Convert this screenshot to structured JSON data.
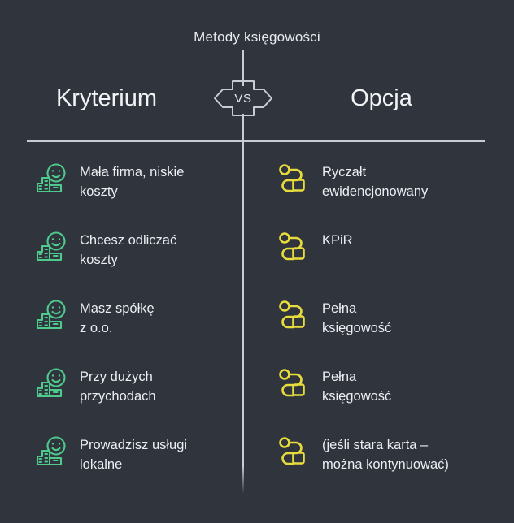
{
  "title": "Metody księgowości",
  "vs_label": "VS",
  "columns": {
    "left_heading": "Kryterium",
    "right_heading": "Opcja"
  },
  "colors": {
    "background": "#2f343d",
    "text": "#eceef1",
    "divider": "#c9ccd2",
    "left_icon": "#4ecb8c",
    "right_icon": "#e8dc3c"
  },
  "icons": {
    "left": "happy-business-icon",
    "right": "route-flow-icon"
  },
  "rows": [
    {
      "criterion": "Mała firma, niskie\nkoszty",
      "option": "Ryczałt\newidencjonowany"
    },
    {
      "criterion": "Chcesz odliczać\nkoszty",
      "option": "KPiR"
    },
    {
      "criterion": "Masz spółkę\nz o.o.",
      "option": "Pełna\nksięgowość"
    },
    {
      "criterion": "Przy dużych\nprzychodach",
      "option": "Pełna\nksięgowość"
    },
    {
      "criterion": "Prowadzisz usługi\nlokalne",
      "option": "(jeśli stara karta –\nmożna kontynuować)"
    }
  ]
}
